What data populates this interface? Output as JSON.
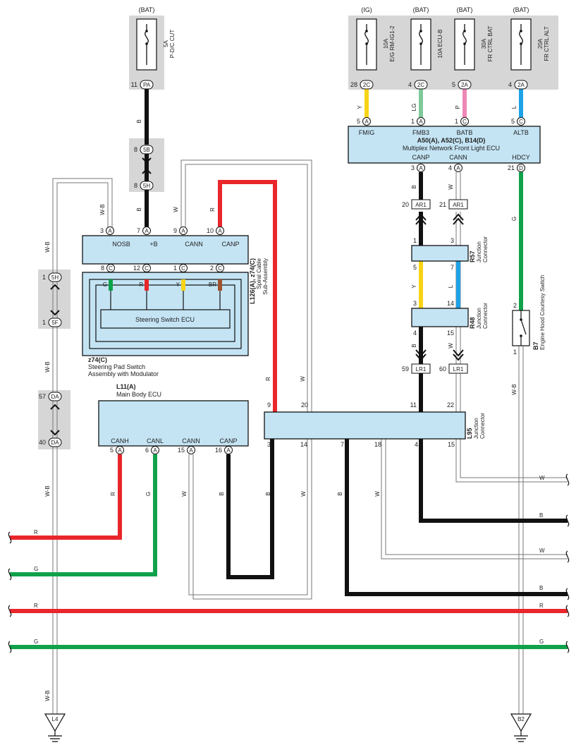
{
  "sources": {
    "pdc": {
      "label": "(BAT)",
      "fuse": "5A",
      "fuse_name": "P-D/C CUT",
      "pin": "11",
      "conn": "PA"
    },
    "ig": {
      "label": "(IG)",
      "fuse": "10A",
      "fuse_name": "E/G RM-IG1-2",
      "pin": "28",
      "conn": "2C"
    },
    "ecub": {
      "label": "(BAT)",
      "fuse": "10A ECU-B",
      "pin": "4",
      "conn": "2C"
    },
    "frbat": {
      "label": "(BAT)",
      "fuse": "30A",
      "fuse_name": "FR CTRL BAT",
      "pin": "5",
      "conn": "2A"
    },
    "fralt": {
      "label": "(BAT)",
      "fuse": "20A",
      "fuse_name": "FR CTRL ALT",
      "pin": "4",
      "conn": "2A"
    }
  },
  "ecu_front": {
    "title": "A50(A), A52(C), B14(D)",
    "subtitle": "Multiplex Network Front Light ECU",
    "top_pins": [
      {
        "num": "5",
        "conn": "A",
        "name": "FMIG",
        "wire": "Y"
      },
      {
        "num": "1",
        "conn": "A",
        "name": "FMB3",
        "wire": "LG"
      },
      {
        "num": "1",
        "conn": "C",
        "name": "BATB",
        "wire": "P"
      },
      {
        "num": "5",
        "conn": "C",
        "name": "ALTB",
        "wire": "L"
      }
    ],
    "bottom_pins": [
      {
        "num": "3",
        "conn": "A",
        "name": "CANP"
      },
      {
        "num": "4",
        "conn": "A",
        "name": "CANN"
      },
      {
        "num": "21",
        "conn": "D",
        "name": "HDCY"
      }
    ]
  },
  "spiral": {
    "title": "L126(A), z74(C)",
    "line1": "Spiral Cable",
    "line2": "Sub-Assembly",
    "top_pins": [
      {
        "num": "3",
        "conn": "A",
        "name": "NOSB",
        "wire": "W-B"
      },
      {
        "num": "7",
        "conn": "A",
        "name": "+B",
        "wire": "B"
      },
      {
        "num": "9",
        "conn": "A",
        "name": "CANN",
        "wire": "W"
      },
      {
        "num": "10",
        "conn": "A",
        "name": "CANP",
        "wire": "R"
      }
    ],
    "bottom_pins": [
      {
        "num": "8",
        "conn": "C",
        "wire": "G"
      },
      {
        "num": "12",
        "conn": "C",
        "wire": "R"
      },
      {
        "num": "1",
        "conn": "C",
        "wire": "Y"
      },
      {
        "num": "2",
        "conn": "C",
        "wire": "BR"
      }
    ]
  },
  "steering_ecu": {
    "label": "Steering Switch  ECU"
  },
  "steering_pad": {
    "title": "z74(C)",
    "line1": "Steering Pad Switch",
    "line2": "Assembly with Modulator"
  },
  "main_body": {
    "title": "L11(A)",
    "subtitle": "Main Body ECU",
    "pins": [
      {
        "num": "5",
        "conn": "A",
        "name": "CANH",
        "wire": "R"
      },
      {
        "num": "6",
        "conn": "A",
        "name": "CANL",
        "wire": "G"
      },
      {
        "num": "15",
        "conn": "A",
        "name": "CANN",
        "wire": "W"
      },
      {
        "num": "16",
        "conn": "A",
        "name": "CANP",
        "wire": "B"
      }
    ]
  },
  "l95": {
    "id": "L95",
    "line1": "Junction",
    "line2": "Connector",
    "top_pins": [
      "9",
      "20",
      "11",
      "22"
    ],
    "bottom_pins": [
      "3",
      "14",
      "7",
      "18",
      "4",
      "15"
    ]
  },
  "r57": {
    "id": "R57",
    "line1": "Junction",
    "line2": "Connector",
    "top_pins": [
      "1",
      "3"
    ],
    "bottom_pins": [
      "5",
      "7"
    ]
  },
  "r48": {
    "id": "R48",
    "line1": "Junction",
    "line2": "Connector",
    "top_pins": [
      "3",
      "14"
    ],
    "bottom_pins": [
      "4",
      "15"
    ]
  },
  "b7": {
    "id": "B7",
    "line1": "Engine Hood Courtesy Switch",
    "pin_top": "2",
    "pin_bottom": "1"
  },
  "inline": {
    "ar1_a": {
      "num": "20",
      "conn": "AR1"
    },
    "ar1_b": {
      "num": "21",
      "conn": "AR1"
    },
    "lr1_a": {
      "num": "59",
      "conn": "LR1"
    },
    "lr1_b": {
      "num": "60",
      "conn": "LR1"
    },
    "fiveb": {
      "num": "8",
      "conn": "5B"
    },
    "fiveh_top": {
      "num": "8",
      "conn": "5H"
    },
    "fiveh": {
      "num": "1",
      "conn": "5H"
    },
    "fivef": {
      "num": "1",
      "conn": "5F"
    },
    "da_top": {
      "num": "57",
      "conn": "DA"
    },
    "da_bot": {
      "num": "40",
      "conn": "DA"
    }
  },
  "wires": {
    "b": "B",
    "w": "W",
    "r": "R",
    "g": "G",
    "y": "Y",
    "l": "L",
    "wb": "W-B"
  },
  "grounds": {
    "left": "L4",
    "right": "B2"
  },
  "colors": {
    "R": "#e8262b",
    "G": "#0fa24a",
    "B": "#111111",
    "W": "#ffffff",
    "Y": "#f7d417",
    "LG": "#7fc99a",
    "P": "#ee86b6",
    "L": "#1ea2e6",
    "BR": "#a0522d",
    "box": "#c4e4f4",
    "gray": "#d6d6d6"
  }
}
